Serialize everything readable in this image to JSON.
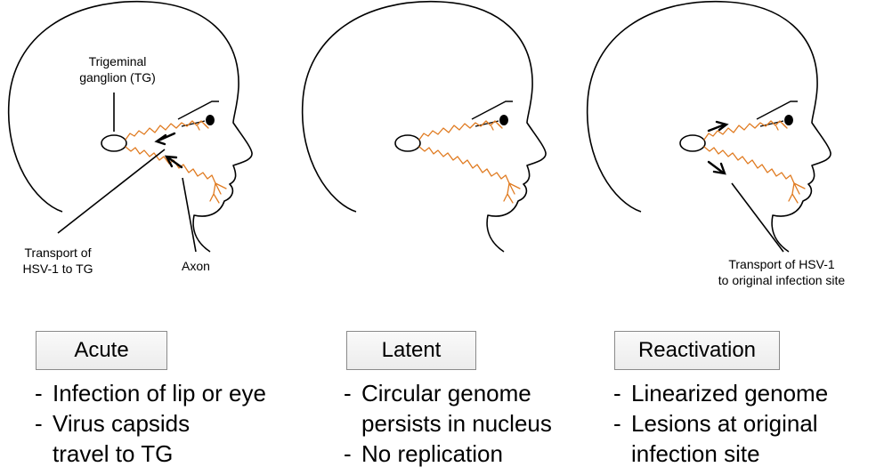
{
  "colors": {
    "outline": "#000000",
    "nerve": "#e07b21",
    "box_border": "#8a8a8a"
  },
  "labels": {
    "ganglion": [
      "Trigeminal",
      "ganglion (TG)"
    ],
    "transport_to_tg": [
      "Transport of",
      "HSV-1 to TG"
    ],
    "axon": "Axon",
    "transport_back": [
      "Transport of HSV-1",
      "to original infection site"
    ]
  },
  "stages": [
    {
      "title": "Acute",
      "points": [
        "Infection of lip or eye",
        "Virus capsids",
        "travel to TG"
      ]
    },
    {
      "title": "Latent",
      "points": [
        "Circular genome",
        "persists in nucleus",
        "No replication"
      ]
    },
    {
      "title": "Reactivation",
      "points": [
        "Linearized genome",
        "Lesions at original",
        "infection site"
      ]
    }
  ],
  "point_dashes": [
    [
      "-",
      "-",
      ""
    ],
    [
      "-",
      "",
      "-"
    ],
    [
      "-",
      "-",
      ""
    ]
  ]
}
